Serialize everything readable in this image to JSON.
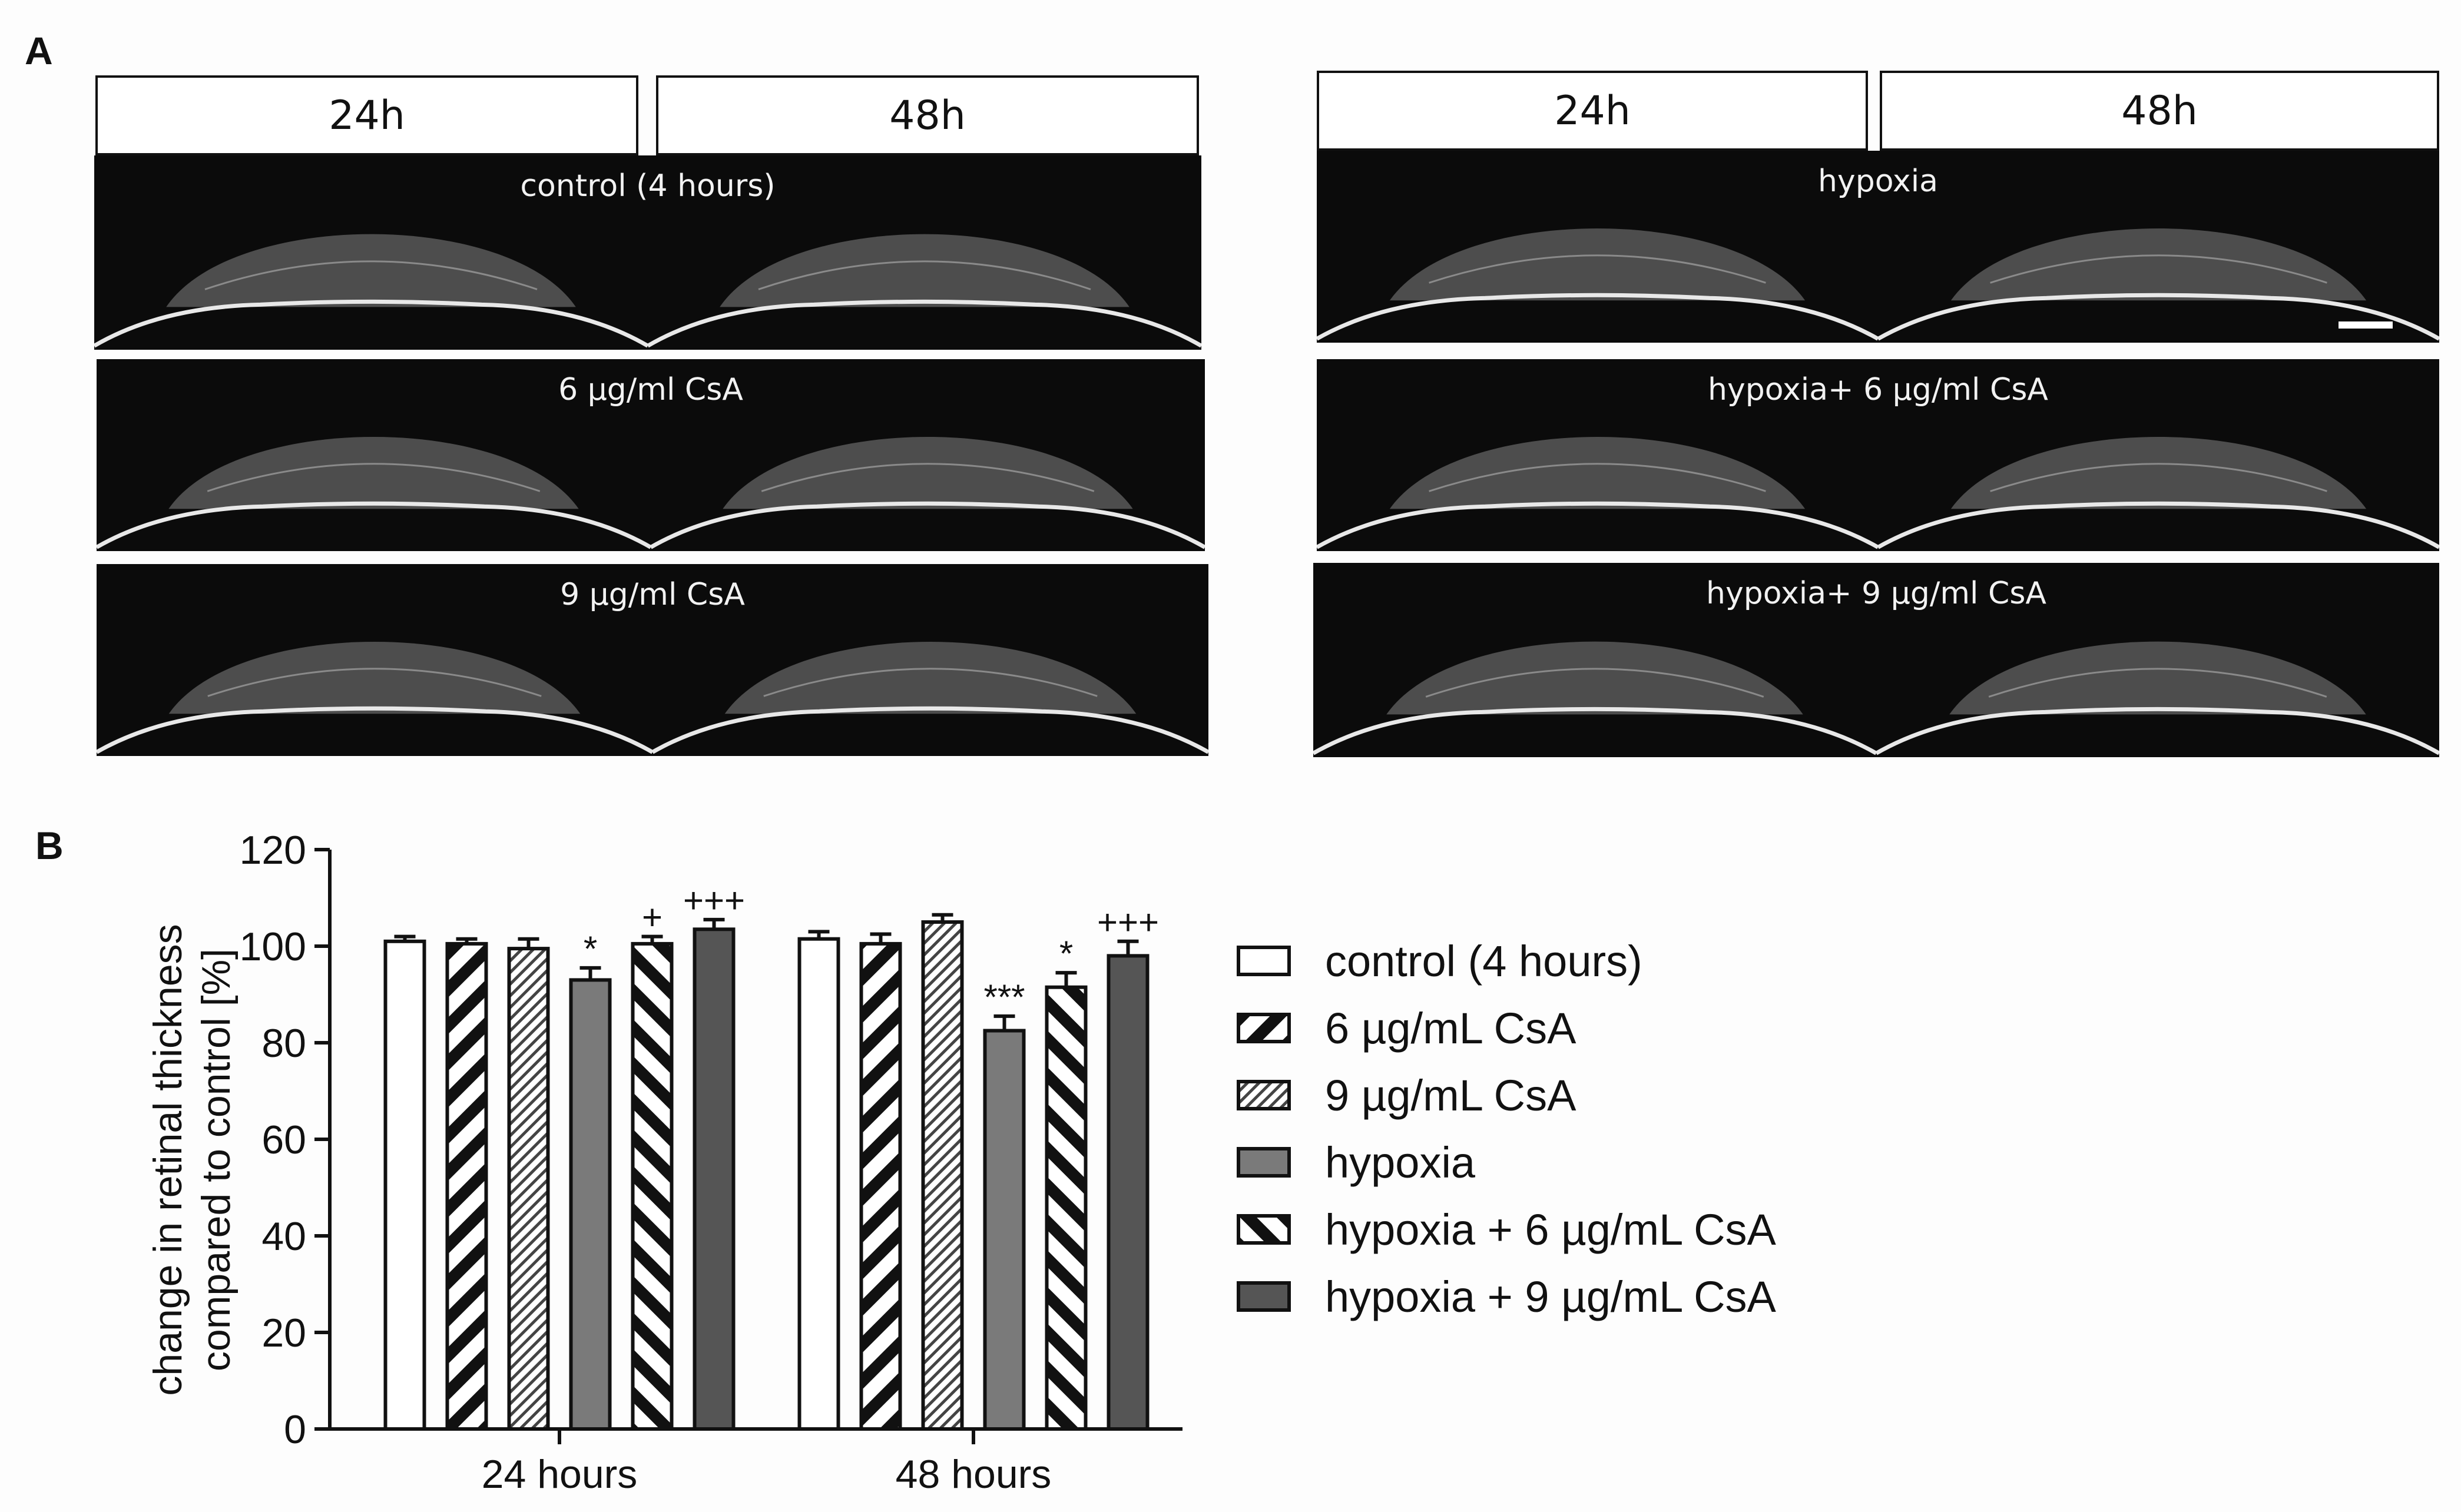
{
  "panel_a": {
    "letter": "A",
    "left_headers": [
      "24h",
      "48h"
    ],
    "right_headers": [
      "24h",
      "48h"
    ],
    "rows_left": [
      "control (4 hours)",
      "6 µg/ml CsA",
      "9 µg/ml CsA"
    ],
    "rows_right": [
      "hypoxia",
      "hypoxia+ 6 µg/ml CsA",
      "hypoxia+ 9 µg/ml CsA"
    ]
  },
  "panel_b": {
    "letter": "B"
  },
  "chart_data": {
    "type": "bar",
    "categories": [
      "24 hours",
      "48 hours"
    ],
    "ylabel_line1": "change in retinal thickness",
    "ylabel_line2": "compared to control [%]",
    "xlabel": "",
    "ylim": [
      0,
      120
    ],
    "yticks": [
      0,
      20,
      40,
      60,
      80,
      100,
      120
    ],
    "grid": false,
    "legend_position": "right",
    "series": [
      {
        "name": "control (4 hours)",
        "values": [
          101,
          101.5
        ],
        "errors": [
          1,
          1.5
        ],
        "annotations": [
          "",
          ""
        ],
        "fill": "#ffffff",
        "pattern": "none"
      },
      {
        "name": "6 µg/mL CsA",
        "values": [
          100.5,
          100.5
        ],
        "errors": [
          1,
          2
        ],
        "annotations": [
          "",
          ""
        ],
        "fill": "#ffffff",
        "pattern": "diag-wide"
      },
      {
        "name": "9 µg/mL CsA",
        "values": [
          99.5,
          105
        ],
        "errors": [
          2,
          1.5
        ],
        "annotations": [
          "",
          ""
        ],
        "fill": "#ffffff",
        "pattern": "diag-fine"
      },
      {
        "name": "hypoxia",
        "values": [
          93,
          82.5
        ],
        "errors": [
          2.5,
          3
        ],
        "annotations": [
          "*",
          "***"
        ],
        "fill": "#7a7a7a",
        "pattern": "none"
      },
      {
        "name": "hypoxia + 6 µg/mL CsA",
        "values": [
          100.5,
          91.5
        ],
        "errors": [
          1.5,
          3
        ],
        "annotations": [
          "+",
          "*"
        ],
        "fill": "#ffffff",
        "pattern": "diag-up"
      },
      {
        "name": "hypoxia + 9 µg/mL CsA",
        "values": [
          103.5,
          98
        ],
        "errors": [
          2,
          3
        ],
        "annotations": [
          "+++",
          "+++"
        ],
        "fill": "#555555",
        "pattern": "none"
      }
    ]
  }
}
